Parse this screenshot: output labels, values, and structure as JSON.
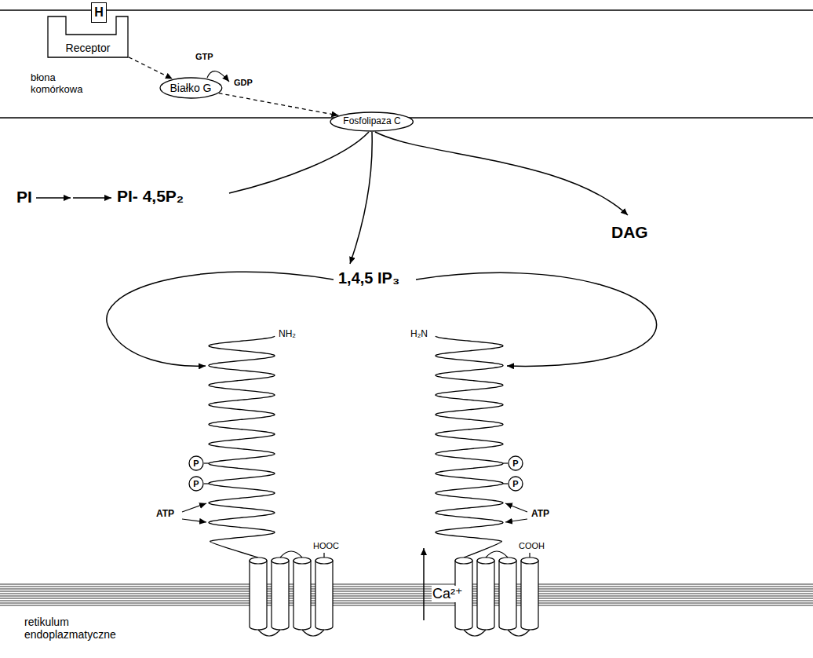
{
  "diagram": {
    "nodes": [
      {
        "text": [
          "H"
        ]
      },
      {
        "text": [
          "Receptor"
        ]
      },
      {
        "text": [
          "Białko G"
        ]
      },
      {
        "text": [
          "Fosfolipaza C"
        ]
      },
      {
        "text": [
          "P"
        ]
      },
      {
        "text": [
          "P"
        ]
      },
      {
        "text": [
          "P"
        ]
      },
      {
        "text": [
          "P"
        ]
      }
    ],
    "edges": [
      {
        "from": 1,
        "to": 2,
        "arrow": "to"
      },
      {
        "from": 2,
        "to": 3,
        "arrow": "to"
      }
    ],
    "labels": [
      "GTP",
      "GDP",
      "błona komórkowa",
      "PI",
      "PI- 4,5P₂",
      "DAG",
      "1,4,5 IP₃",
      "NH₂",
      "H₂N",
      "ATP",
      "ATP",
      "HOOC",
      "COOH",
      "Ca²⁺",
      "retikulum endoplazmatyczne"
    ]
  }
}
